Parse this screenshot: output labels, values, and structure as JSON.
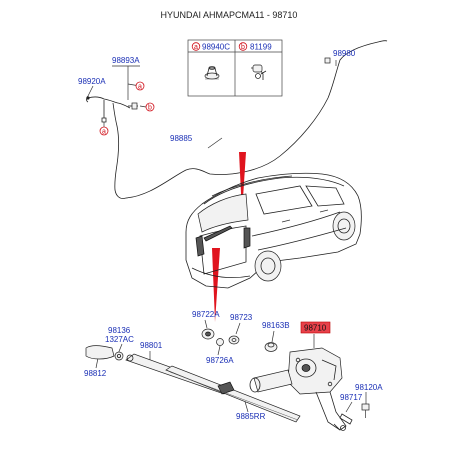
{
  "header": {
    "title": "HYUNDAI AHMAPCMA11 - 98710"
  },
  "legend_table": {
    "cells": [
      {
        "ref": "a",
        "part": "98940C"
      },
      {
        "ref": "b",
        "part": "81199"
      }
    ]
  },
  "parts": {
    "p98893A": "98893A",
    "p98920A": "98920A",
    "p98980": "98980",
    "p98885": "98885",
    "p98722A": "98722A",
    "p98723": "98723",
    "p98163B": "98163B",
    "p98710": "98710",
    "p98136": "98136",
    "p1327AC": "1327AC",
    "p98801": "98801",
    "p98726A": "98726A",
    "p98812": "98812",
    "p98120A": "98120A",
    "p98717": "98717",
    "p9885RR": "9885RR"
  },
  "refs": {
    "a": "a",
    "b": "b"
  },
  "colors": {
    "part_label": "#1a2fb5",
    "reference_mark": "#d0101a",
    "callout": "#e0141e",
    "highlight_box": "#e8414a"
  }
}
